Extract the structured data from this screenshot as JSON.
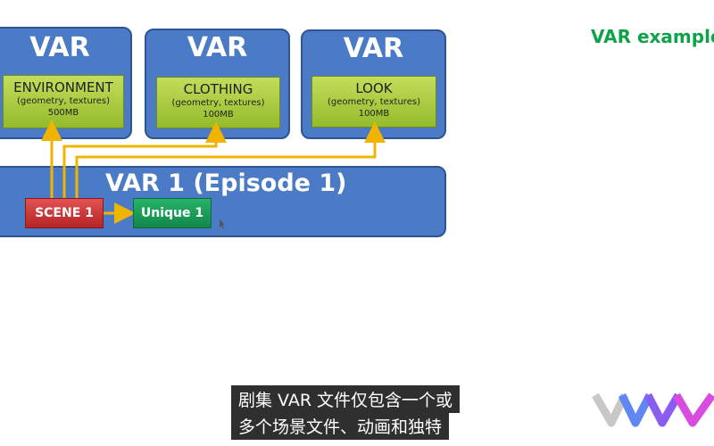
{
  "heading": "VAR example",
  "var_boxes": [
    {
      "title": "VAR",
      "box_title": "ENVIRONMENT",
      "box_sub": "(geometry, textures)",
      "size": "500MB"
    },
    {
      "title": "VAR",
      "box_title": "CLOTHING",
      "box_sub": "(geometry, textures)",
      "size": "100MB"
    },
    {
      "title": "VAR",
      "box_title": "LOOK",
      "box_sub": "(geometry, textures)",
      "size": "100MB"
    }
  ],
  "episode": {
    "title": "VAR 1 (Episode 1)",
    "scene_label": "SCENE 1",
    "unique_label": "Unique 1"
  },
  "subtitles": [
    "剧集 VAR 文件仅包含一个或",
    "多个场景文件、动画和独特"
  ],
  "colors": {
    "var_blue": "#4b7bc6",
    "green_box": "#a6c93a",
    "scene_red": "#c73232",
    "unique_green": "#16a059",
    "arrow_orange": "#f0b400",
    "heading_green": "#10a24a"
  }
}
